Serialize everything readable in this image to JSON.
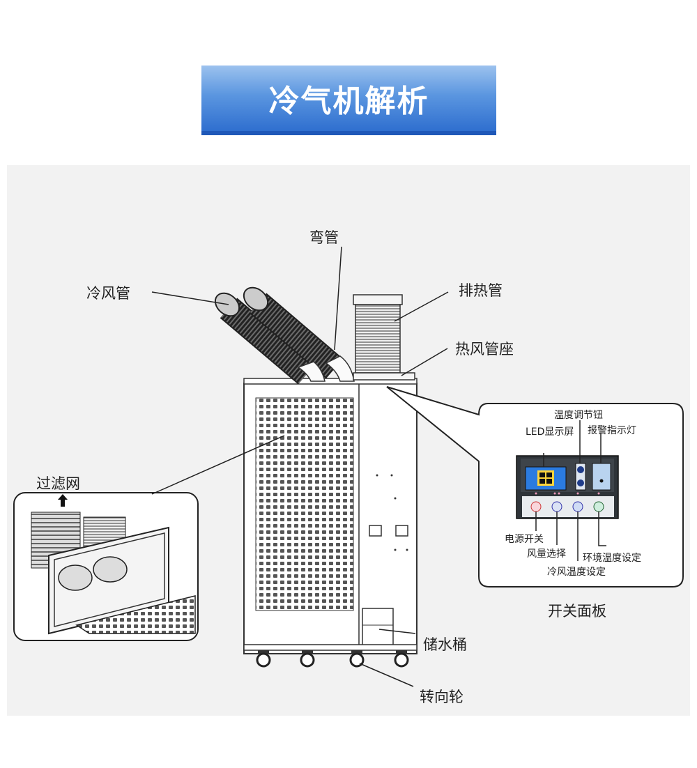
{
  "title": "冷气机解析",
  "labels": {
    "elbow": "弯管",
    "cold_duct": "冷风管",
    "exhaust_duct": "排热管",
    "hot_duct_base": "热风管座",
    "filter": "过滤网",
    "water_tank": "储水桶",
    "caster": "转向轮",
    "panel_caption": "开关面板"
  },
  "control_panel": {
    "temp_knob": "温度调节钮",
    "led_display": "LED显示屏",
    "alarm_light": "报警指示灯",
    "power_switch": "电源开关",
    "fan_select": "风量选择",
    "ambient_temp": "环境温度设定",
    "cold_temp": "冷风温度设定"
  },
  "colors": {
    "banner_top": "#9cc2ee",
    "banner_bottom": "#2f6fcf",
    "panel_bg": "#f2f2f2",
    "led_screen": "#2b7be0"
  }
}
